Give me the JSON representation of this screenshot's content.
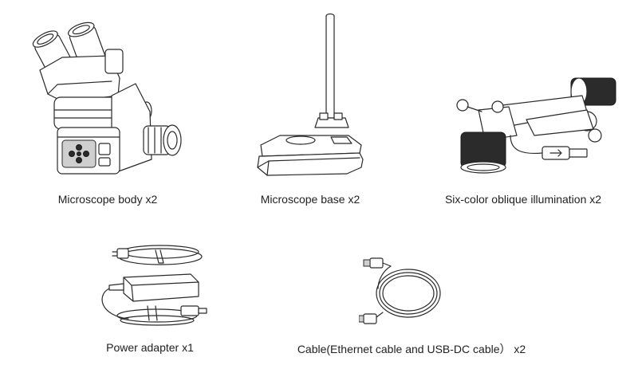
{
  "items": [
    {
      "label": "Microscope body x2",
      "icon": "microscope-body-icon"
    },
    {
      "label": "Microscope base x2",
      "icon": "microscope-base-icon"
    },
    {
      "label": "Six-color oblique illumination x2",
      "icon": "oblique-illumination-icon"
    },
    {
      "label": "Power adapter x1",
      "icon": "power-adapter-icon"
    },
    {
      "label": "Cable(Ethernet cable and USB-DC cable） x2",
      "icon": "cable-icon"
    }
  ],
  "colors": {
    "line": "#2a2a2a",
    "text": "#222222",
    "background": "#ffffff"
  }
}
